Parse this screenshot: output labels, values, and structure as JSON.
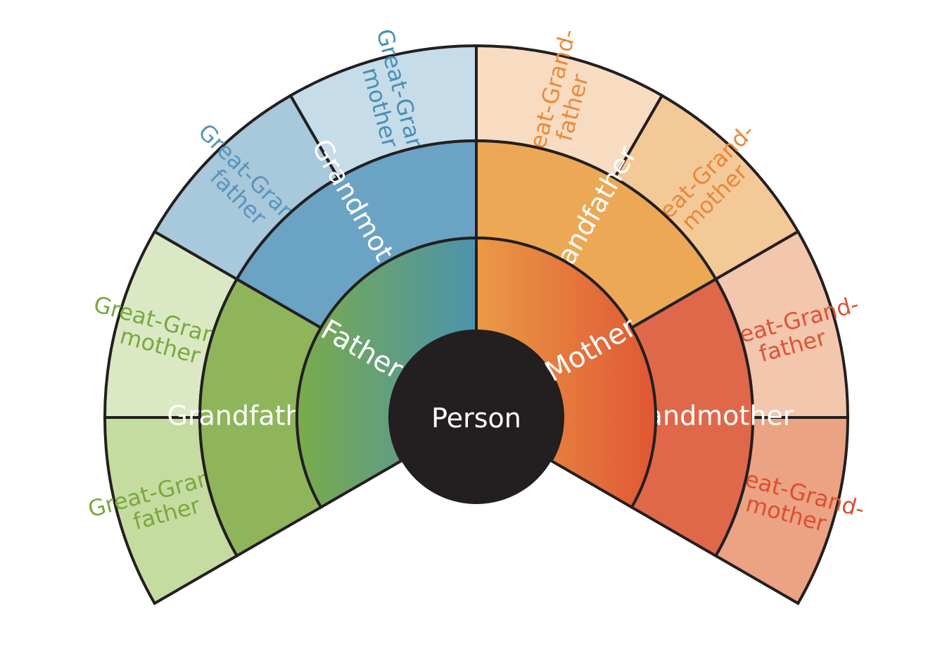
{
  "center": {
    "label": "Person",
    "color": "#231f20",
    "text_color": "#ffffff"
  },
  "parents": [
    {
      "id": "father",
      "label": "Father",
      "gradient": [
        "#7aab4a",
        "#4c93ad"
      ],
      "text_color": "#ffffff"
    },
    {
      "id": "mother",
      "label": "Mother",
      "gradient": [
        "#ea9a46",
        "#e05734"
      ],
      "text_color": "#ffffff"
    }
  ],
  "grandparents": [
    {
      "id": "paternal-grandfather",
      "label": "Grandfather",
      "color": "#8fb55b",
      "text_color": "#ffffff"
    },
    {
      "id": "paternal-grandmother",
      "label": "Grandmother",
      "color": "#6aa3c4",
      "text_color": "#ffffff"
    },
    {
      "id": "maternal-grandfather",
      "label": "Grandfather",
      "color": "#eca855",
      "text_color": "#ffffff"
    },
    {
      "id": "maternal-grandmother",
      "label": "Grandmother",
      "color": "#e0684a",
      "text_color": "#ffffff"
    }
  ],
  "great_grandparents": [
    {
      "id": "gg-1",
      "lines": [
        "Great-Grand-",
        "father"
      ],
      "color": "#c5dca0",
      "text_color": "#7aa83f"
    },
    {
      "id": "gg-2",
      "lines": [
        "Great-Grand-",
        "mother"
      ],
      "color": "#dae9c3",
      "text_color": "#7aa83f"
    },
    {
      "id": "gg-3",
      "lines": [
        "Great-Grand-",
        "father"
      ],
      "color": "#a8c8dc",
      "text_color": "#5b95ba"
    },
    {
      "id": "gg-4",
      "lines": [
        "Great-Grand-",
        "mother"
      ],
      "color": "#c6dce9",
      "text_color": "#4a8fb5"
    },
    {
      "id": "gg-5",
      "lines": [
        "Great-Grand-",
        "father"
      ],
      "color": "#f8dcc1",
      "text_color": "#ea8a3a"
    },
    {
      "id": "gg-6",
      "lines": [
        "Great-Grand-",
        "mother"
      ],
      "color": "#f4c998",
      "text_color": "#e8883a"
    },
    {
      "id": "gg-7",
      "lines": [
        "Great-Grand-",
        "father"
      ],
      "color": "#f3c6ae",
      "text_color": "#dc5436"
    },
    {
      "id": "gg-8",
      "lines": [
        "Great-Grand-",
        "mother"
      ],
      "color": "#eba383",
      "text_color": "#db4f2e"
    }
  ]
}
